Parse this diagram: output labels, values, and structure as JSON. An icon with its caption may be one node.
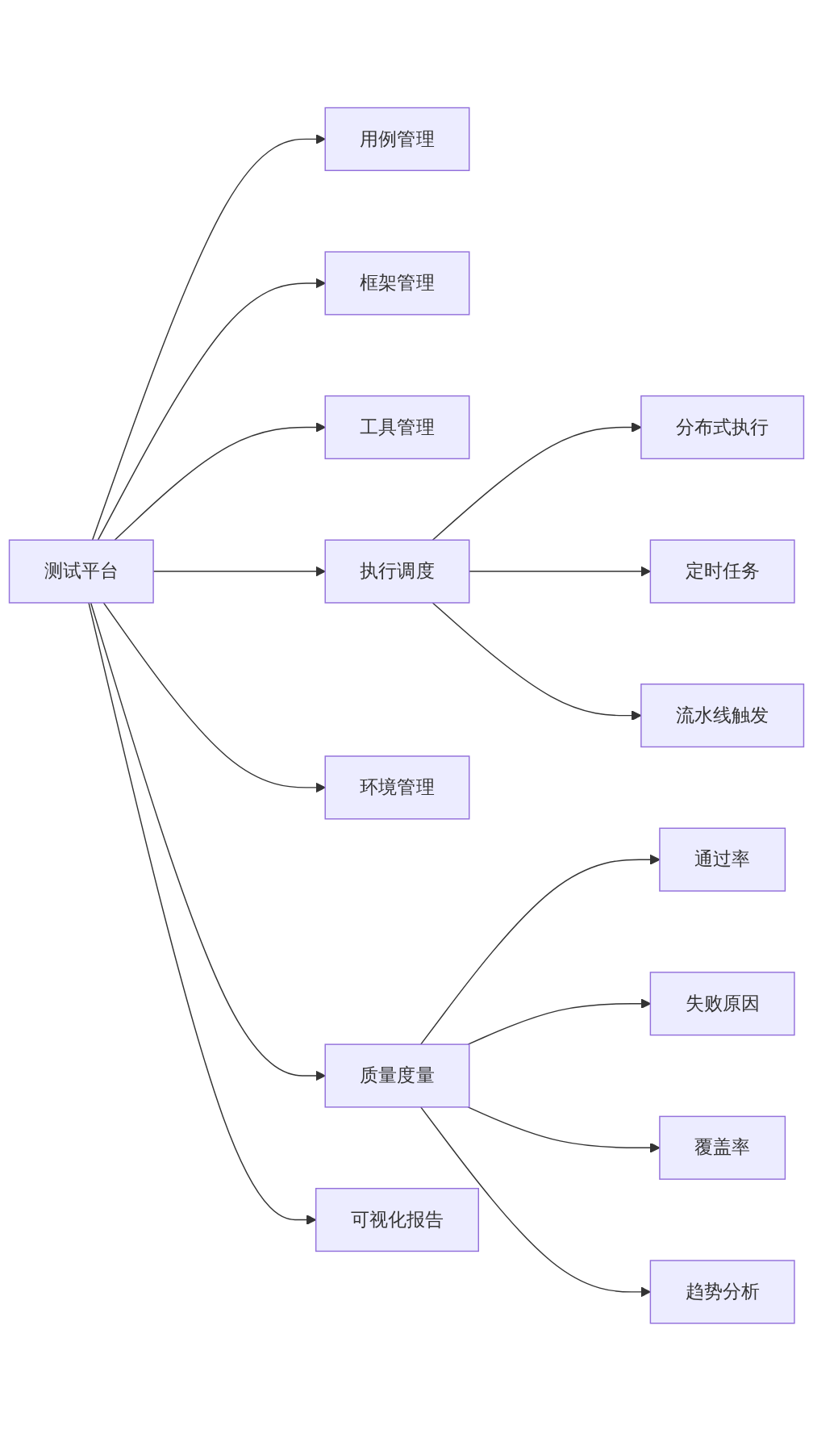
{
  "diagram": {
    "nodes": [
      {
        "text": [
          "测试平台"
        ]
      },
      {
        "text": [
          "用例管理"
        ]
      },
      {
        "text": [
          "框架管理"
        ]
      },
      {
        "text": [
          "工具管理"
        ]
      },
      {
        "text": [
          "执行调度"
        ]
      },
      {
        "text": [
          "分布式执行"
        ]
      },
      {
        "text": [
          "定时任务"
        ]
      },
      {
        "text": [
          "流水线触发"
        ]
      },
      {
        "text": [
          "环境管理"
        ]
      },
      {
        "text": [
          "质量度量"
        ]
      },
      {
        "text": [
          "通过率"
        ]
      },
      {
        "text": [
          "失败原因"
        ]
      },
      {
        "text": [
          "覆盖率"
        ]
      },
      {
        "text": [
          "趋势分析"
        ]
      },
      {
        "text": [
          "可视化报告"
        ]
      }
    ],
    "edges": [
      {
        "from": 0,
        "to": 1,
        "arrow": "to"
      },
      {
        "from": 0,
        "to": 2,
        "arrow": "to"
      },
      {
        "from": 0,
        "to": 3,
        "arrow": "to"
      },
      {
        "from": 0,
        "to": 4,
        "arrow": "to"
      },
      {
        "from": 4,
        "to": 5,
        "arrow": "to"
      },
      {
        "from": 4,
        "to": 6,
        "arrow": "to"
      },
      {
        "from": 4,
        "to": 7,
        "arrow": "to"
      },
      {
        "from": 0,
        "to": 8,
        "arrow": "to"
      },
      {
        "from": 0,
        "to": 9,
        "arrow": "to"
      },
      {
        "from": 9,
        "to": 10,
        "arrow": "to"
      },
      {
        "from": 9,
        "to": 11,
        "arrow": "to"
      },
      {
        "from": 9,
        "to": 12,
        "arrow": "to"
      },
      {
        "from": 9,
        "to": 13,
        "arrow": "to"
      },
      {
        "from": 0,
        "to": 14,
        "arrow": "to"
      }
    ]
  }
}
